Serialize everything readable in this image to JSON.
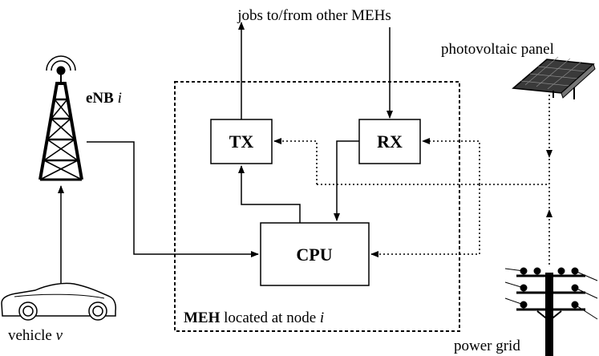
{
  "labels": {
    "jobs": "jobs to/from other MEHs",
    "photovoltaic": "photovoltaic panel",
    "enb_name": "eNB",
    "enb_index": "i",
    "vehicle_name": "vehicle",
    "vehicle_index": "v",
    "power_grid": "power grid",
    "meh_name": "MEH",
    "meh_rest": " located at node ",
    "meh_index": "i"
  },
  "blocks": {
    "tx": "TX",
    "rx": "RX",
    "cpu": "CPU"
  }
}
